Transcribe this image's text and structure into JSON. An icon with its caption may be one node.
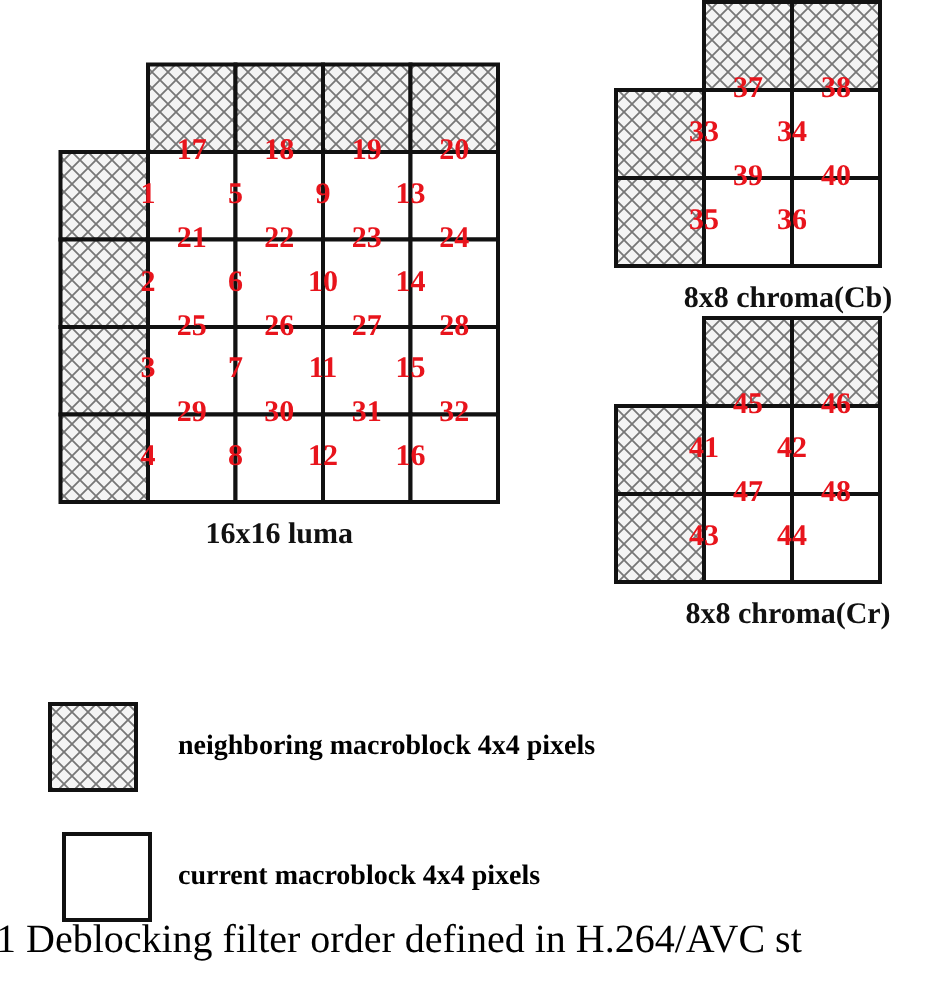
{
  "diagram": {
    "caption": "1 Deblocking filter order defined in H.264/AVC st",
    "labels": [
      "17",
      "18",
      "19",
      "20",
      "1",
      "5",
      "9",
      "13",
      "21",
      "22",
      "23",
      "24",
      "2",
      "6",
      "10",
      "14",
      "25",
      "26",
      "27",
      "28",
      "3",
      "7",
      "11",
      "15",
      "29",
      "30",
      "31",
      "32",
      "4",
      "8",
      "12",
      "16",
      "16x16 luma",
      "37",
      "38",
      "33",
      "34",
      "39",
      "40",
      "35",
      "36",
      "8x8 chroma(Cb)",
      "45",
      "46",
      "41",
      "42",
      "47",
      "48",
      "43",
      "44",
      "8x8 chroma(Cr)"
    ],
    "legend": [
      {
        "text": "neighboring macroblock 4x4 pixels"
      },
      {
        "text": "current macroblock 4x4 pixels"
      }
    ]
  }
}
